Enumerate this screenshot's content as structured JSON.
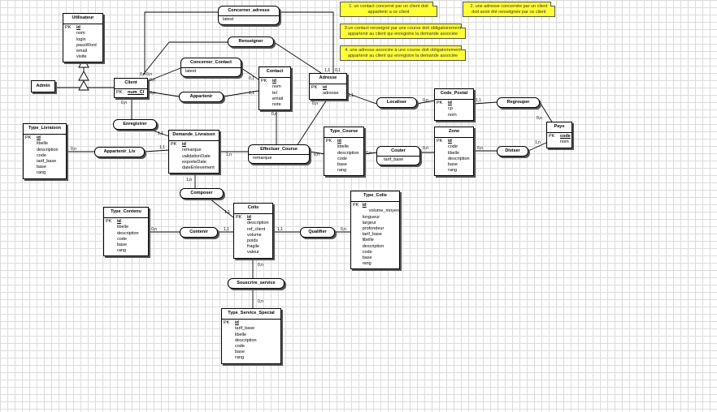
{
  "diagram_title": "",
  "entities": {
    "utilisateur": {
      "title": "Utilisateur",
      "pk_label": "PK",
      "pk": "id",
      "fields": [
        "nom",
        "login",
        "passWord",
        "email",
        "visite"
      ]
    },
    "admin": {
      "title": "Admin"
    },
    "client": {
      "title": "Client",
      "pk_label": "PK",
      "pk": "num_Cl"
    },
    "contact": {
      "title": "Contact",
      "pk_label": "PK",
      "pk": "id",
      "fields": [
        "nom",
        "tel",
        "email",
        "note"
      ]
    },
    "adresse": {
      "title": "Adresse",
      "pk_label": "PK",
      "pk": "id",
      "fields": [
        "adresse"
      ]
    },
    "code_postal": {
      "title": "Code_Postal",
      "pk_label": "PK",
      "pk": "id",
      "fields": [
        "cp",
        "nom"
      ]
    },
    "pays": {
      "title": "Pays",
      "pk_label": "PK",
      "pk": "code",
      "fields": [
        "nom"
      ]
    },
    "type_livraison": {
      "title": "Type_Livraison",
      "pk_label": "PK",
      "pk": "id",
      "fields": [
        "libelle",
        "description",
        "code",
        "tarif_base",
        "base",
        "rang"
      ]
    },
    "demande_livraison": {
      "title": "Demande_Livraison",
      "pk_label": "PK",
      "pk": "id",
      "fields": [
        "remarque",
        "validationDate",
        "exporteDate",
        "dateEnlevement"
      ]
    },
    "type_course": {
      "title": "Type_Course",
      "pk_label": "PK",
      "pk": "id",
      "fields": [
        "libelle",
        "description",
        "code",
        "base",
        "rang"
      ]
    },
    "zone": {
      "title": "Zone",
      "pk_label": "PK",
      "pk": "id",
      "fields": [
        "code",
        "libelle",
        "description",
        "base",
        "rang"
      ]
    },
    "type_contenu": {
      "title": "Type_Contenu",
      "pk_label": "PK",
      "pk": "id",
      "fields": [
        "libelle",
        "description",
        "code",
        "base",
        "rang"
      ]
    },
    "colis": {
      "title": "Colis",
      "pk_label": "PK",
      "pk": "id",
      "fields": [
        "description",
        "ref_client",
        "volume",
        "poids",
        "fragile",
        "valeur"
      ]
    },
    "type_colis": {
      "title": "Type_Colis",
      "pk_label": "PK",
      "pk": "id",
      "fields": [
        "volume_moyen",
        "longueur",
        "largeur",
        "profondeur",
        "tarif_base",
        "libelle",
        "description",
        "code",
        "base",
        "rang"
      ]
    },
    "type_service_special": {
      "title": "Type_Service_Special",
      "pk_label": "PK",
      "pk": "id",
      "fields": [
        "tarif_base",
        "libelle",
        "description",
        "code",
        "base",
        "rang"
      ]
    }
  },
  "associations": {
    "concerner_adresse": {
      "title": "Concerner_adresse",
      "props": [
        "latest"
      ]
    },
    "renseigner": {
      "title": "Renseigner"
    },
    "concerner_contact": {
      "title": "Concerner_Contact",
      "props": [
        "latest"
      ]
    },
    "appartenir": {
      "title": "Appartenir"
    },
    "enregistrer": {
      "title": "Enregistrer"
    },
    "appartenir_liv": {
      "title": "Appartenir_Liv"
    },
    "effectuer_course": {
      "title": "Effectuer_Course",
      "props": [
        "remarque"
      ]
    },
    "localiser": {
      "title": "Localiser"
    },
    "regrouper": {
      "title": "Regrouper"
    },
    "couter": {
      "title": "Couter",
      "props": [
        "tarif_base"
      ]
    },
    "diviser": {
      "title": "Diviser"
    },
    "composer": {
      "title": "Composer"
    },
    "contenir": {
      "title": "Contenir"
    },
    "qualifier": {
      "title": "Qualifier"
    },
    "souscrire_service": {
      "title": "Souscrire_service"
    }
  },
  "notes": [
    "1. un contact concerné par un client doit appartenir a ce client",
    "2. une adresse concernée par un client doit avoir été renseignée par ce client",
    "3.un contact renseigné par une course doit obligatoirement appartenir au client qui enregistre la demande associée",
    "4. une adresse associée à une course doit obligatoirement appartenir au client qui enregistre la demande associée"
  ],
  "cardinalities": {
    "client_concerner_adresse": "0,n",
    "client_renseigner": "0,n",
    "client_concerner_contact": "0,n",
    "client_appartenir": "0,n",
    "client_enregistrer": "0,n",
    "adresse_concerner_adresse": "0,1",
    "adresse_renseigner": "1,1",
    "contact_concerner_contact": "0,1",
    "contact_appartenir": "1,1",
    "adresse_localiser": "1,1",
    "code_postal_localiser": "0,n",
    "code_postal_regrouper": "1,1",
    "pays_regrouper": "0,n",
    "pays_diviser": "1,n",
    "zone_diviser": "0,n",
    "zone_couter": "0,n",
    "type_course_couter": "0,n",
    "type_course_effectuer": "0,n",
    "demande_effectuer": "1,n",
    "contact_effectuer": "0,n",
    "adresse_effectuer": "0,n",
    "demande_enregistrer": "1,1",
    "demande_appartenir_liv": "1,1",
    "type_livraison_appartenir_liv": "0,n",
    "demande_composer": "1,n",
    "colis_composer": "1,1",
    "colis_contenir": "1,1",
    "type_contenu_contenir": "0,n",
    "colis_qualifier": "1,1",
    "type_colis_qualifier": "0,n",
    "colis_souscrire": "0,n",
    "type_service_souscrire": "0,n"
  },
  "colors": {
    "note_bg": "#ffff33",
    "grid": "#dcdcdc",
    "line": "#000000"
  }
}
